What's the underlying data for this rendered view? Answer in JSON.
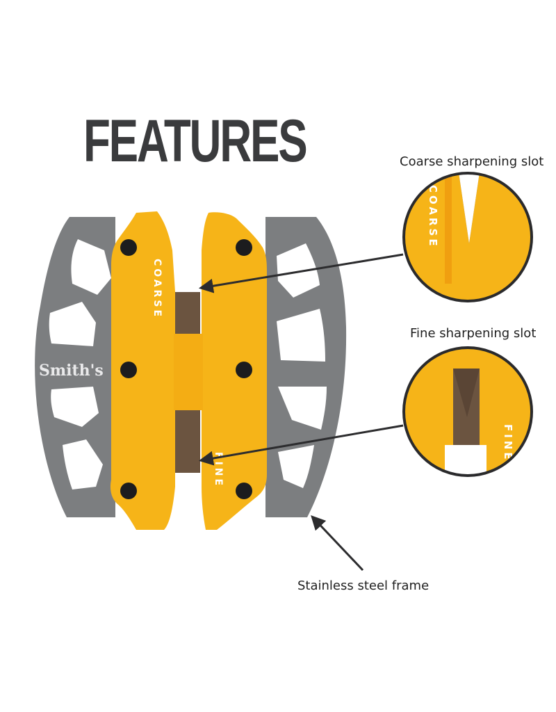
{
  "page": {
    "heading": "FEATURES"
  },
  "product": {
    "brand_logo_text": "Smith's",
    "coarse_label": "COARSE",
    "fine_label": "FINE"
  },
  "callouts": {
    "coarse_slot": "Coarse sharpening slot",
    "fine_slot": "Fine sharpening slot",
    "frame": "Stainless steel frame"
  },
  "colors": {
    "frame_gray": "#7c7e80",
    "handle_yellow": "#f6b418",
    "abrasive_brown": "#6b5440",
    "screw_black": "#1c1c1e",
    "heading_text": "#3a3b3d",
    "arrow": "#2c2c2e"
  }
}
